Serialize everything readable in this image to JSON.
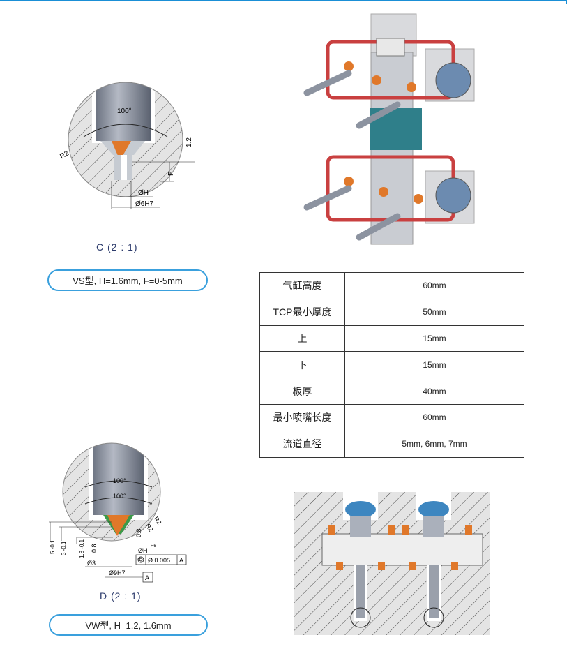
{
  "detail_c": {
    "angle": "100°",
    "radius": "R2",
    "dim_12": "1.2",
    "dim_f": "F",
    "dia_h": "ØH",
    "dia_6h7": "Ø6H7",
    "caption": "C (2 : 1)",
    "spec": "VS型, H=1.6mm, F=0-5mm"
  },
  "detail_d": {
    "angle1": "100°",
    "angle2": "100°",
    "radius1": "R2",
    "radius2": "R2",
    "dim_08a": "0.8",
    "dim_08b": "0.8",
    "dim_5": "5 -0.1",
    "dim_3": "3 -0.1",
    "dim_18": "1.8 -0.1",
    "dia_h": "ØH",
    "tol_h6": "H6",
    "concentricity": "Ø 0.005",
    "datum_ref": "A",
    "dia_3": "Ø3",
    "dia_9h7": "Ø9H7",
    "datum": "A",
    "caption": "D (2 : 1)",
    "spec": "VW型, H=1.2, 1.6mm"
  },
  "spec_table": [
    {
      "label": "气缸高度",
      "value": "60mm"
    },
    {
      "label": "TCP最小厚度",
      "value": "50mm"
    },
    {
      "label": "上",
      "value": "15mm"
    },
    {
      "label": "下",
      "value": "15mm"
    },
    {
      "label": "板厚",
      "value": "40mm"
    },
    {
      "label": "最小喷嘴长度",
      "value": "60mm"
    },
    {
      "label": "流道直径",
      "value": "5mm, 6mm, 7mm"
    }
  ],
  "colors": {
    "accent": "#1a8fd6",
    "orange": "#e0782a",
    "steel": "#8c93a0"
  }
}
